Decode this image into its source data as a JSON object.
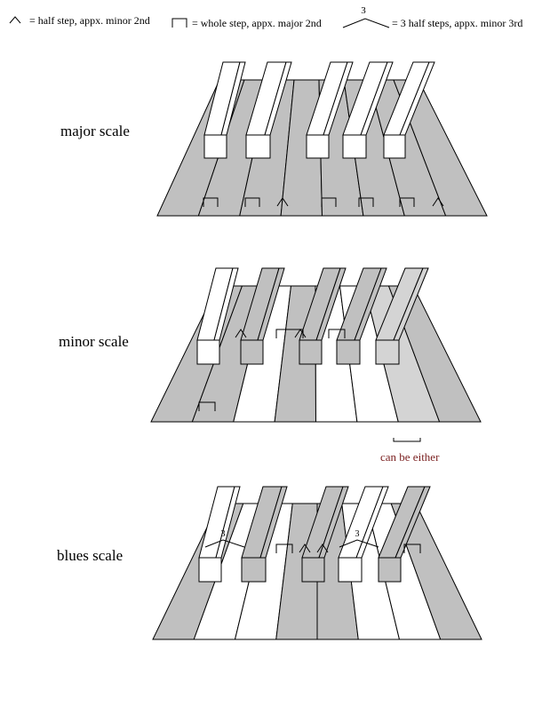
{
  "legend": {
    "half_step": "= half step, appx. minor 2nd",
    "whole_step": "= whole step, appx. major 2nd",
    "three_half_steps": "= 3 half steps, appx. minor 3rd",
    "three_label": "3"
  },
  "scales": [
    {
      "id": "major",
      "label": "major scale",
      "white_key_colors": [
        "gray",
        "gray",
        "gray",
        "gray",
        "gray",
        "gray",
        "gray",
        "gray"
      ],
      "black_key_colors": [
        "white",
        "white",
        "white",
        "white",
        "white"
      ],
      "intervals": [
        "whole",
        "whole",
        "half",
        "whole",
        "whole",
        "whole",
        "half"
      ]
    },
    {
      "id": "minor",
      "label": "minor scale",
      "white_key_colors": [
        "gray",
        "gray",
        "white",
        "gray",
        "white",
        "white",
        "light",
        "gray"
      ],
      "black_key_colors": [
        "white",
        "gray",
        "gray",
        "gray",
        "light"
      ],
      "intervals": [
        "whole",
        "half",
        "whole",
        "half",
        "whole"
      ],
      "note": "can be either"
    },
    {
      "id": "blues",
      "label": "blues scale",
      "white_key_colors": [
        "gray",
        "white",
        "white",
        "gray",
        "gray",
        "white",
        "white",
        "gray"
      ],
      "black_key_colors": [
        "white",
        "gray",
        "gray",
        "white",
        "gray"
      ],
      "intervals": [
        "three",
        "whole",
        "half",
        "half",
        "three",
        "whole"
      ],
      "three_label": "3"
    }
  ],
  "colors": {
    "gray": "#c0c0c0",
    "white": "#ffffff",
    "light": "#d4d4d4",
    "outline": "#000000",
    "note_color": "#7a1f1f"
  }
}
